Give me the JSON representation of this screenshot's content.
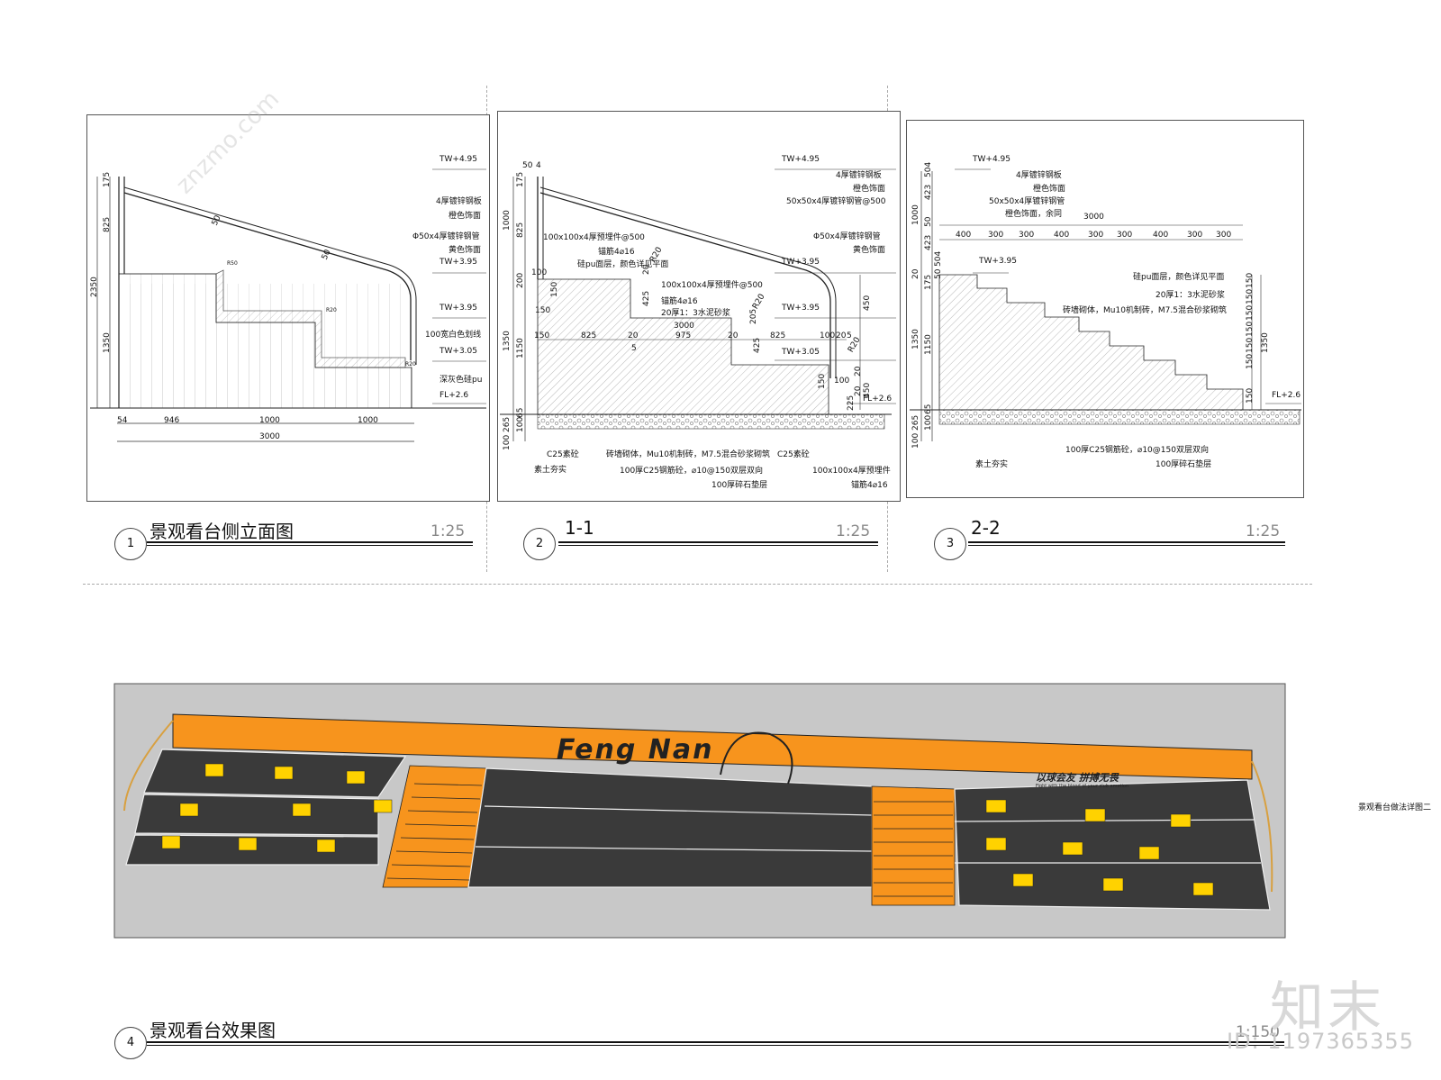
{
  "drawings": [
    {
      "number": "1",
      "title": "景观看台侧立面图",
      "scale": "1:25",
      "elevations": [
        "TW+4.95",
        "TW+3.95",
        "TW+3.95",
        "TW+3.05",
        "FL+2.6"
      ],
      "labels": [
        "4厚镀锌钢板",
        "橙色饰面",
        "Φ50x4厚镀锌钢管",
        "黄色饰面",
        "100宽白色划线",
        "深灰色硅pu"
      ],
      "dims_bottom": [
        "54",
        "946",
        "1000",
        "1000",
        "3000"
      ],
      "dims_left": [
        "175",
        "825",
        "2350",
        "1350"
      ],
      "dims_inline": [
        "50",
        "50",
        "R50",
        "R20",
        "R20"
      ]
    },
    {
      "number": "2",
      "title": "1-1",
      "scale": "1:25",
      "elevations": [
        "TW+4.95",
        "TW+3.95",
        "TW+3.95",
        "TW+3.05",
        "FL+2.6"
      ],
      "labels_right": [
        "4厚镀锌钢板",
        "橙色饰面",
        "50x50x4厚镀锌钢管@500",
        "Φ50x4厚镀锌钢管",
        "黄色饰面"
      ],
      "labels_inner": [
        "100x100x4厚预埋件@500",
        "锚筋4⌀16",
        "硅pu面层，颜色详见平面",
        "100x100x4厚预埋件@500",
        "锚筋4⌀16",
        "20厚1：3水泥砂浆"
      ],
      "labels_bottom": [
        "C25素砼",
        "砖墙砌体，Mu10机制砖，M7.5混合砂浆砌筑",
        "C25素砼",
        "素土夯实",
        "100厚C25钢筋砼，⌀10@150双层双向",
        "100厚碎石垫层",
        "100x100x4厚预埋件",
        "锚筋4⌀16"
      ],
      "dims_top": [
        "50",
        "4"
      ],
      "dims_mid": [
        "150",
        "825",
        "20",
        "975",
        "20",
        "825",
        "100",
        "20",
        "5",
        "3000",
        "5"
      ],
      "dims_left": [
        "175",
        "825",
        "1000",
        "200",
        "1350",
        "1150",
        "65",
        "265",
        "100",
        "100"
      ],
      "dims_inline": [
        "150",
        "100",
        "150",
        "425",
        "20",
        "425",
        "205",
        "R20",
        "R20",
        "R20",
        "450",
        "150",
        "100",
        "225",
        "20",
        "450",
        "20"
      ]
    },
    {
      "number": "3",
      "title": "2-2",
      "scale": "1:25",
      "elevations": [
        "TW+4.95",
        "TW+3.95",
        "FL+2.6"
      ],
      "labels_top": [
        "4厚镀锌钢板",
        "橙色饰面",
        "50x50x4厚镀锌钢管",
        "橙色饰面，余同"
      ],
      "labels_right": [
        "硅pu面层，颜色详见平面",
        "20厚1：3水泥砂浆",
        "砖墙砌体，Mu10机制砖，M7.5混合砂浆砌筑"
      ],
      "labels_bottom": [
        "素土夯实",
        "100厚C25钢筋砼，⌀10@150双层双向",
        "100厚碎石垫层"
      ],
      "dims_top": [
        "3000",
        "400",
        "300",
        "300",
        "400",
        "300",
        "300",
        "400",
        "300",
        "300"
      ],
      "dims_left": [
        "504",
        "423",
        "50",
        "1000",
        "423",
        "504",
        "20",
        "175",
        "50",
        "1350",
        "1150",
        "65",
        "265",
        "100",
        "100"
      ],
      "dims_right": [
        "150",
        "150",
        "150",
        "150",
        "150",
        "150",
        "150",
        "1350"
      ]
    },
    {
      "number": "4",
      "title": "景观看台效果图",
      "scale": "1:150",
      "render_text": [
        "Feng Nan",
        "以球会友  拼搏无畏",
        "Fight with the blood of your club emotion"
      ],
      "side_note": "景观看台做法详图二"
    }
  ],
  "watermark": {
    "text": "znzmo.com",
    "brand": "知末",
    "id": "ID: 1197365355"
  },
  "colors": {
    "orange": "#f7941d",
    "dark_step": "#3a3a3a",
    "yellow_seat": "#ffd200",
    "grey_bg": "#c8c8c8",
    "hatch": "#888888"
  }
}
